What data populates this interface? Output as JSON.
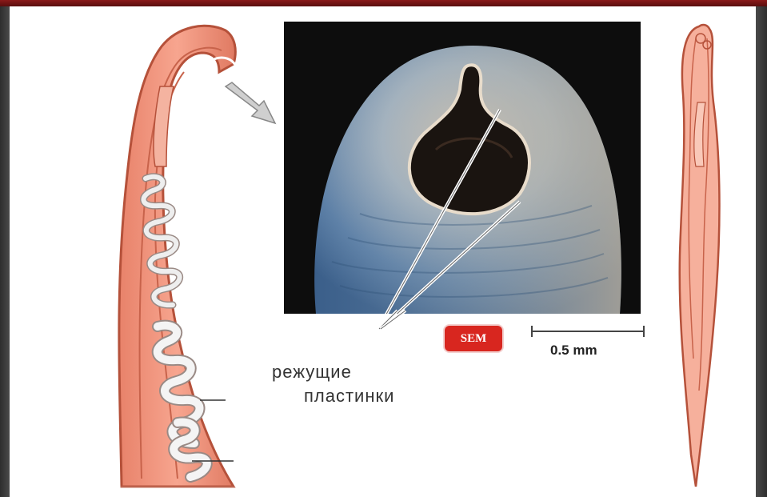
{
  "figure": {
    "badge": "SEM",
    "scale_bar_label": "0.5 mm",
    "caption_line1": "режущие",
    "caption_line2": "пластинки"
  },
  "colors": {
    "frame_top": "#8a1a1a",
    "frame_side": "#3a3a3a",
    "worm_body": "#f0927a",
    "worm_outline": "#b5513a",
    "badge": "#d8261f"
  },
  "illustrations": [
    "hookworm-head-drawing",
    "sem-micrograph-mouth",
    "whole-worm-drawing"
  ]
}
